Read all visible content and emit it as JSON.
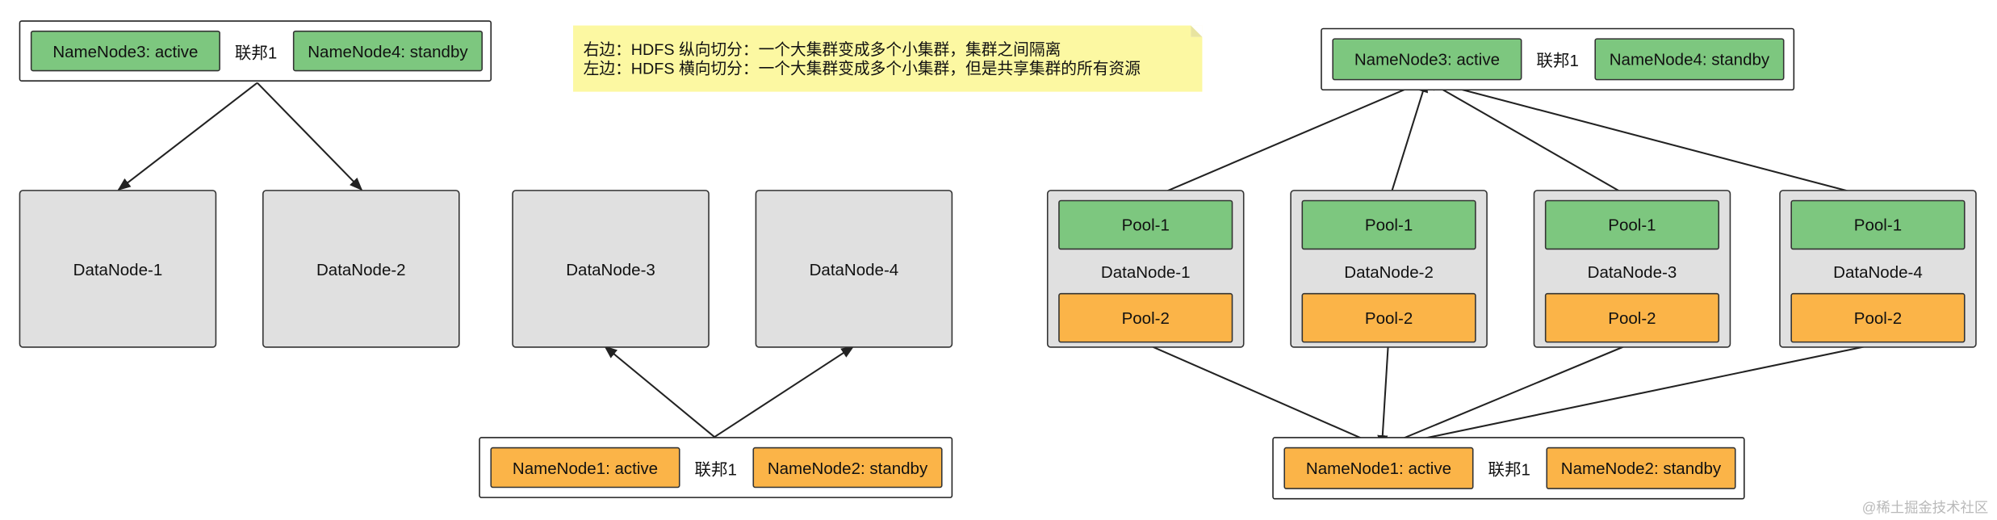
{
  "note": {
    "line1": "右边：HDFS 纵向切分：一个大集群变成多个小集群，集群之间隔离",
    "line2": "左边：HDFS 横向切分：一个大集群变成多个小集群，但是共享集群的所有资源"
  },
  "left_top": {
    "nn_a": "NameNode3: active",
    "label": "联邦1",
    "nn_b": "NameNode4: standby"
  },
  "left_datanodes": [
    "DataNode-1",
    "DataNode-2",
    "DataNode-3",
    "DataNode-4"
  ],
  "left_bottom": {
    "nn_a": "NameNode1: active",
    "label": "联邦1",
    "nn_b": "NameNode2: standby"
  },
  "right_top": {
    "nn_a": "NameNode3: active",
    "label": "联邦1",
    "nn_b": "NameNode4: standby"
  },
  "right_datanodes": [
    {
      "pool1": "Pool-1",
      "name": "DataNode-1",
      "pool2": "Pool-2"
    },
    {
      "pool1": "Pool-1",
      "name": "DataNode-2",
      "pool2": "Pool-2"
    },
    {
      "pool1": "Pool-1",
      "name": "DataNode-3",
      "pool2": "Pool-2"
    },
    {
      "pool1": "Pool-1",
      "name": "DataNode-4",
      "pool2": "Pool-2"
    }
  ],
  "right_bottom": {
    "nn_a": "NameNode1: active",
    "label": "联邦1",
    "nn_b": "NameNode2: standby"
  },
  "watermark": "@稀土掘金技术社区",
  "colors": {
    "green": "#7dc77f",
    "orange": "#fbb448",
    "datanode_gray": "#e0e0e0",
    "note_yellow": "#fcf8a2"
  }
}
